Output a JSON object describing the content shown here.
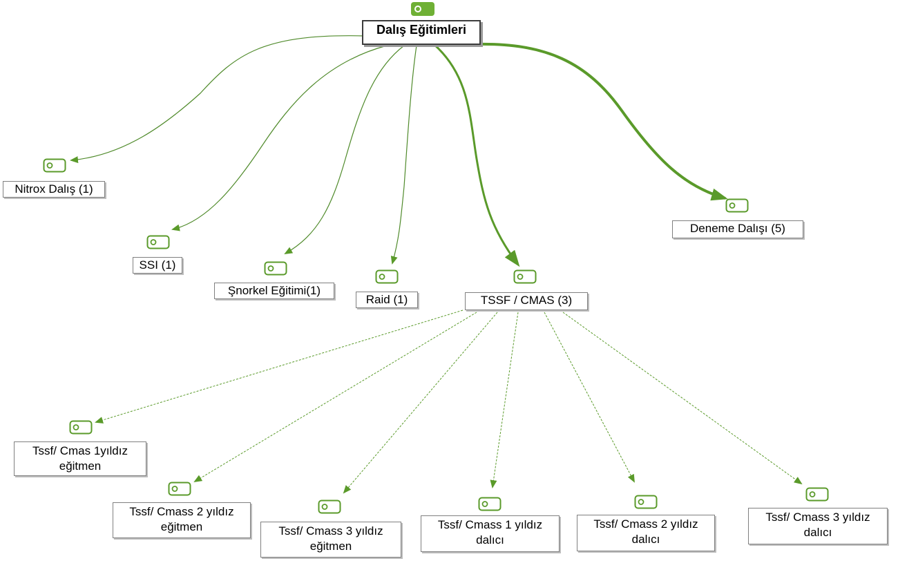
{
  "diagram": {
    "accent": "#5a9a2a",
    "accent_light": "#6fb035",
    "icon_name": "tag-icon",
    "root": {
      "label": "Dalış Eğitimleri"
    },
    "children": [
      {
        "id": "nitrox",
        "label": "Nitrox Dalış (1)"
      },
      {
        "id": "ssi",
        "label": "SSI (1)"
      },
      {
        "id": "snorkel",
        "label": "Şnorkel Eğitimi(1)"
      },
      {
        "id": "raid",
        "label": "Raid (1)"
      },
      {
        "id": "tssf",
        "label": "TSSF / CMAS (3)"
      },
      {
        "id": "deneme",
        "label": "Deneme Dalışı (5)"
      }
    ],
    "tssf_children": [
      {
        "id": "c1e",
        "line1": "Tssf/ Cmas 1yıldız",
        "line2": "eğitmen"
      },
      {
        "id": "c2e",
        "line1": "Tssf/ Cmass 2 yıldız",
        "line2": "eğitmen"
      },
      {
        "id": "c3e",
        "line1": "Tssf/ Cmass 3 yıldız",
        "line2": "eğitmen"
      },
      {
        "id": "c1d",
        "line1": "Tssf/ Cmass 1 yıldız",
        "line2": "dalıcı"
      },
      {
        "id": "c2d",
        "line1": "Tssf/ Cmass 2 yıldız",
        "line2": "dalıcı"
      },
      {
        "id": "c3d",
        "line1": "Tssf/ Cmass 3 yıldız",
        "line2": "dalıcı"
      }
    ]
  }
}
